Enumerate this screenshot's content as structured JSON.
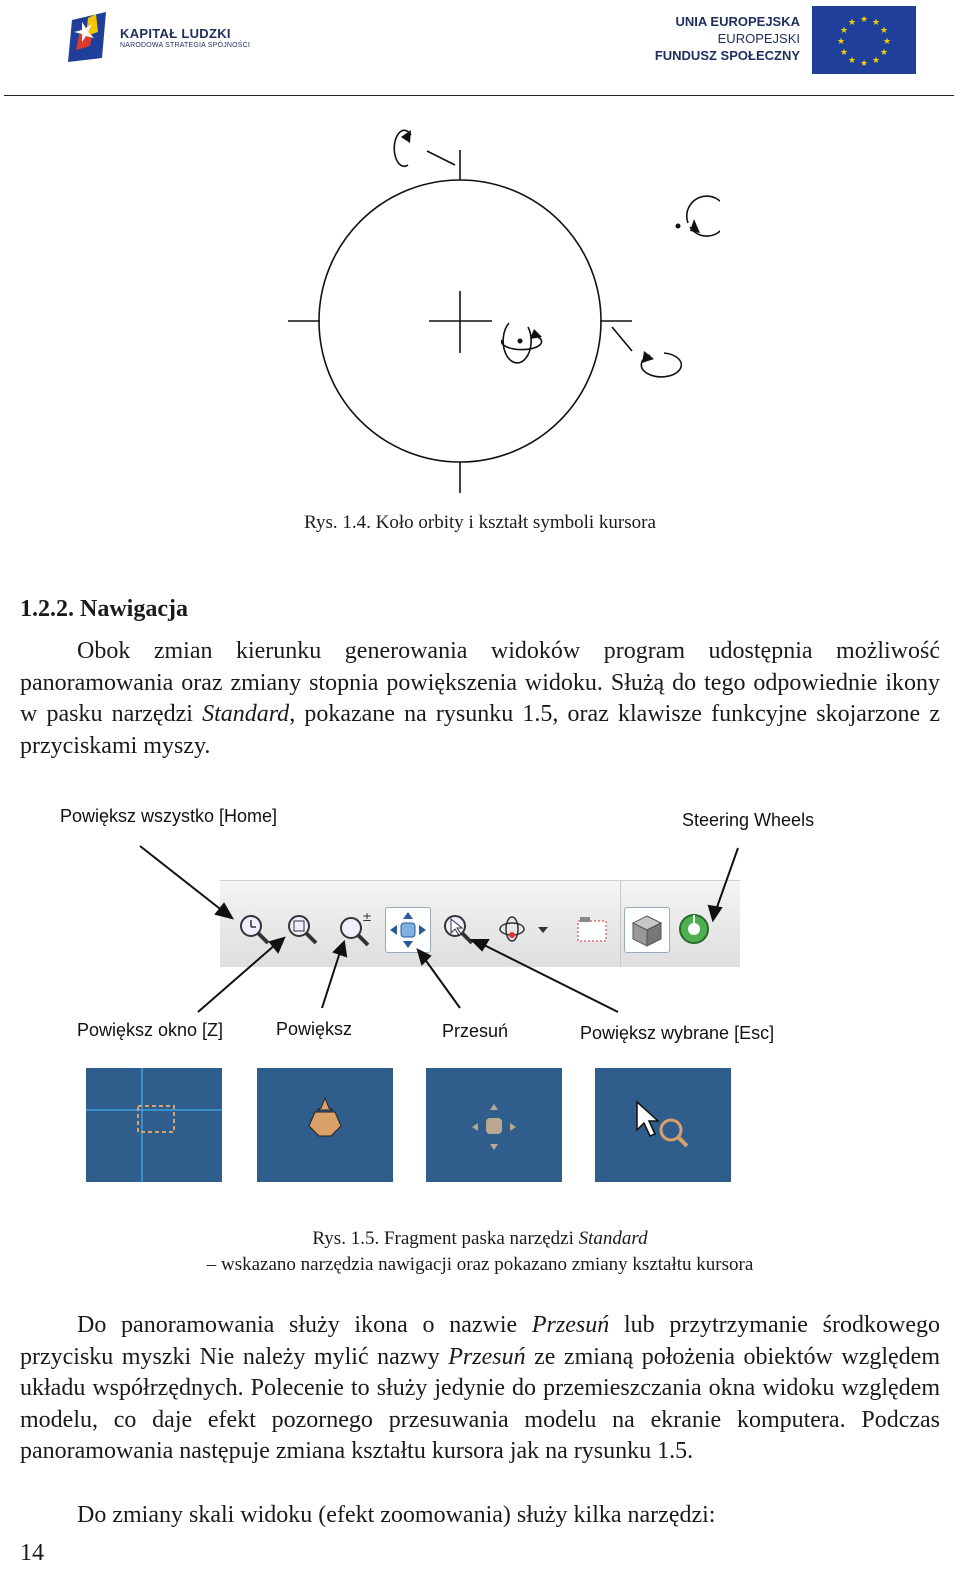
{
  "header": {
    "kl_title": "KAPITAŁ LUDZKI",
    "kl_subtitle": "NARODOWA STRATEGIA SPÓJNOŚCI",
    "eu_line1": "UNIA EUROPEJSKA",
    "eu_line2": "EUROPEJSKI",
    "eu_line3": "FUNDUSZ SPOŁECZNY"
  },
  "figure_1_4": {
    "caption": "Rys. 1.4. Koło orbity i kształt symboli kursora"
  },
  "section": {
    "heading": "1.2.2. Nawigacja",
    "para1_a": "Obok zmian kierunku generowania widoków program udostępnia możliwość panoramowania oraz zmiany stopnia powiększenia widoku. Służą do tego odpowiednie ikony w pasku narzędzi ",
    "para1_italic": "Standard",
    "para1_b": ", pokazane na rysunku 1.5, oraz klawisze funkcyjne skojarzone z przyciskami myszy."
  },
  "figure_1_5": {
    "labels": {
      "zoom_all": "Powiększ wszystko [Home]",
      "steering": "Steering Wheels",
      "zoom_window": "Powiększ okno [Z]",
      "zoom": "Powiększ",
      "pan": "Przesuń",
      "zoom_selected": "Powiększ wybrane [Esc]"
    },
    "caption_a": "Rys. 1.5. Fragment paska narzędzi ",
    "caption_italic": "Standard",
    "caption_line2": "– wskazano narzędzia nawigacji oraz pokazano zmiany kształtu kursora",
    "colors": {
      "cursor_bg": "#2f5d8c"
    }
  },
  "body2": {
    "p2_a": "Do panoramowania służy ikona o nazwie ",
    "p2_i1": "Przesuń",
    "p2_b": " lub przytrzymanie środkowego przycisku myszki Nie należy mylić nazwy ",
    "p2_i2": "Przesuń",
    "p2_c": " ze zmianą położenia obiektów względem układu współrzędnych. Polecenie to służy jedynie do przemieszczania okna widoku względem modelu, co daje efekt pozornego przesuwania modelu na ekranie komputera. Podczas panoramowania następuje zmiana kształtu kursora jak na rysunku 1.5.",
    "p3": "Do zmiany skali widoku (efekt zoomowania) służy kilka narzędzi:"
  },
  "page_number": "14"
}
